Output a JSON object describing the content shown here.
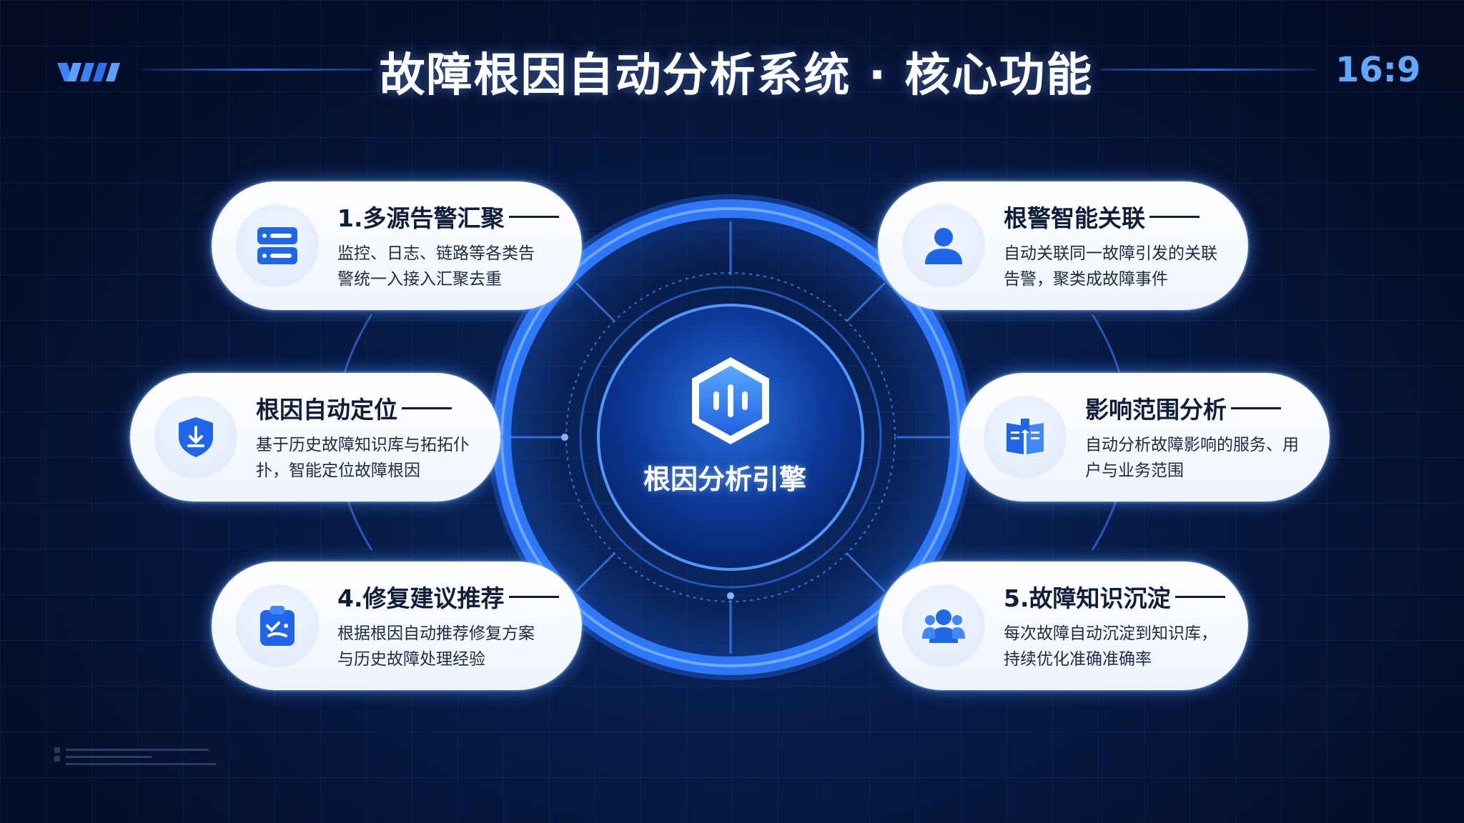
{
  "header": {
    "title": "故障根因自动分析系统 · 核心功能",
    "ratio": "16:9"
  },
  "center": {
    "label": "根因分析引擎",
    "icon": "engine-hexagon-icon"
  },
  "features": [
    {
      "title": "1.多源告警汇聚",
      "line1": "监控、日志、链路等各类告",
      "line2": "警统一入接入汇聚去重",
      "icon": "server-list-icon"
    },
    {
      "title": "根警智能关联",
      "line1": "自动关联同一故障引发的关联",
      "line2": "告警，聚类成故障事件",
      "icon": "user-icon"
    },
    {
      "title": "根因自动定位",
      "line1": "基于历史故障知识库与拓拓仆",
      "line2": "扑，智能定位故障根因",
      "icon": "shield-download-icon"
    },
    {
      "title": "影响范围分析",
      "line1": "自动分析故障影响的服务、用",
      "line2": "户与业务范围",
      "icon": "book-icon"
    },
    {
      "title": "4.修复建议推荐",
      "line1": "根据根因自动推荐修复方案",
      "line2": "与历史故障处理经验",
      "icon": "clipboard-icon"
    },
    {
      "title": "5.故障知识沉淀",
      "line1": "每次故障自动沉淀到知识库，",
      "line2": "持续优化准确准确率",
      "icon": "team-icon"
    }
  ],
  "colors": {
    "accent": "#2a6ff0",
    "card_bg": "#ffffff",
    "title_text": "#0f1d3a",
    "ratio": "#5fa8ff"
  }
}
